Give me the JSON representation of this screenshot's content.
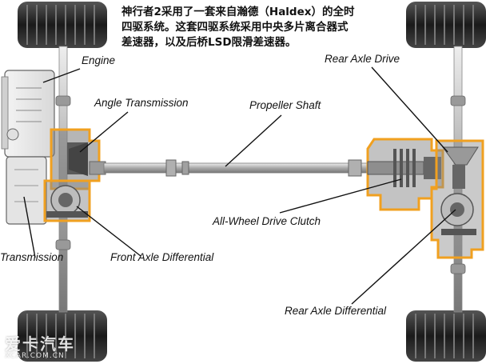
{
  "caption": {
    "lines": [
      "神行者2采用了一套来自瀚德（Haldex）的全时",
      "四驱系统。这套四驱系统采用中央多片离合器式",
      "差速器，以及后桥LSD限滑差速器。"
    ]
  },
  "labels": {
    "engine": "Engine",
    "angle_transmission": "Angle Transmission",
    "propeller_shaft": "Propeller Shaft",
    "rear_axle_drive": "Rear Axle Drive",
    "awd_clutch": "All-Wheel Drive Clutch",
    "transmission": "Transmission",
    "front_axle_differential": "Front Axle Differential",
    "rear_axle_differential": "Rear Axle Differential"
  },
  "watermark": {
    "brand": "爱卡汽车",
    "domain": "XCAR.COM.CN"
  },
  "colors": {
    "highlight_outline": "#f0a020",
    "tire": "#2a2a2a",
    "shaft": "#c4c4c4",
    "component": "#8a8a8a"
  }
}
